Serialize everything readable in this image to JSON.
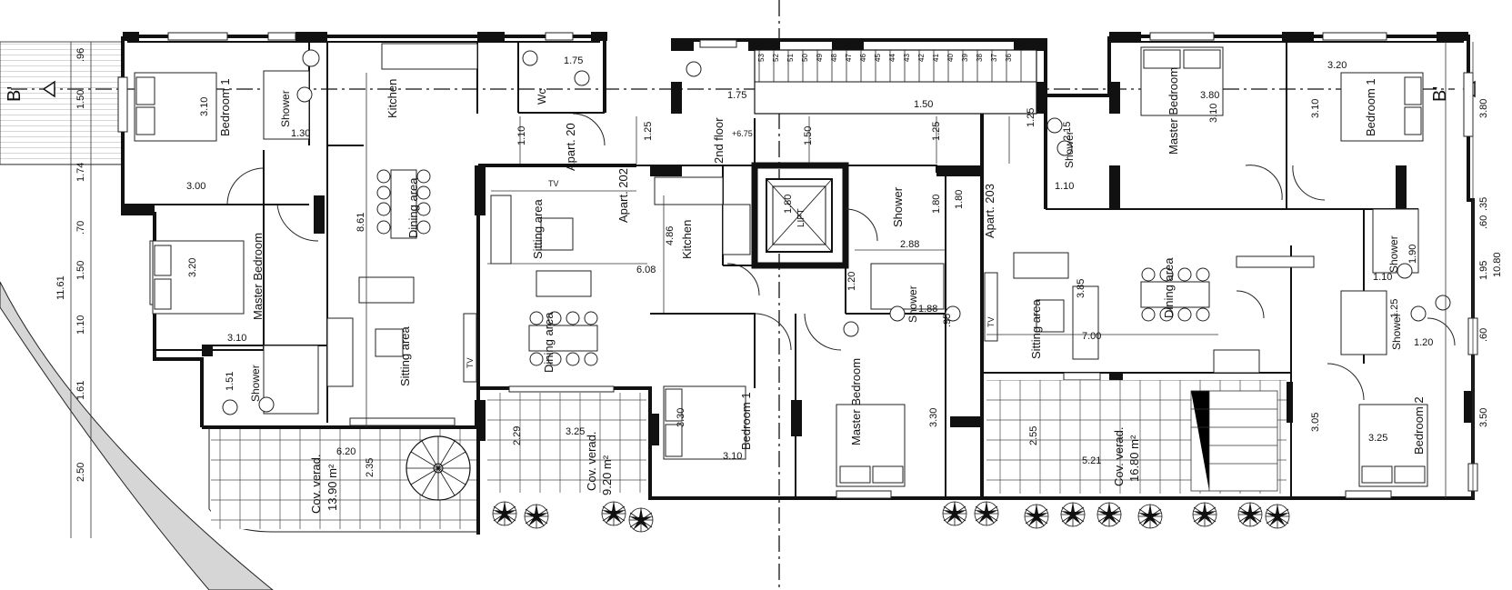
{
  "section_marks": {
    "left": "B'",
    "right": "B'"
  },
  "floor_label": "2nd floor",
  "level_marker": "+6.75",
  "apartments": {
    "a202": "Apart. 202",
    "a203": "Apart. 203",
    "a20": "Apart. 20"
  },
  "lift": "LIFT",
  "stair_steps": [
    "53",
    "52",
    "51",
    "50",
    "49",
    "48",
    "47",
    "46",
    "45",
    "44",
    "43",
    "42",
    "41",
    "40",
    "39",
    "38",
    "37",
    "36"
  ],
  "rooms": {
    "bedroom1_left": "Bedroom 1",
    "shower_tl": "Shower",
    "kitchen_left": "Kitchen",
    "wc": "Wc",
    "dining_left": "Dining area",
    "master_left": "Master Bedroom",
    "sitting_left": "Sitting area",
    "shower_left_bottom": "Shower",
    "cov_verad_left": "Cov. verad.",
    "sitting_202": "Sitting area",
    "kitchen_202": "Kitchen",
    "dining_202": "Dining area",
    "cov_verad_202": "Cov. verad.",
    "bedroom1_202": "Bedroom 1",
    "shower_core": "Shower",
    "shower_core2": "Shower",
    "master_203": "Master Bedroom",
    "master_tr": "Master Bedroom",
    "bedroom1_right": "Bedroom 1",
    "shower_tr": "Shower",
    "dining_203": "Dining area",
    "sitting_203": "Sitting area",
    "cov_verad_203": "Cov. verad.",
    "shower_r1": "Shower",
    "shower_r2": "Shower",
    "bedroom2_right": "Bedroom 2",
    "tv1": "TV",
    "tv2": "TV",
    "tv3": "TV"
  },
  "areas": {
    "left": "13.90 m²",
    "a202": "9.20 m²",
    "a203": "16.80 m²"
  },
  "dims_left_outer": [
    "11.61"
  ],
  "dims_left_inner": [
    ".96",
    "1.50",
    "1.74",
    ".70",
    "1.50",
    "1.10",
    "1.61",
    "2.50"
  ],
  "dims_right_outer": [
    "10.80"
  ],
  "dims_right_inner": [
    "3.80",
    ".35",
    ".60",
    "1.95",
    ".60",
    "3.50"
  ],
  "dims_rooms": [
    "3.10",
    "3.00",
    "3.20",
    "3.10",
    "1.30",
    "1.75",
    "8.61",
    "1.51",
    "2.35",
    "6.20",
    "2.29",
    "3.25",
    "4.86",
    "6.08",
    "3.30",
    "3.10",
    "1.10",
    "1.25",
    "1.50",
    "1.75",
    "1.25",
    "1.80",
    "1.80",
    "2.88",
    "1.88",
    "1.20",
    ".95",
    "2.55",
    "5.21",
    "3.30",
    "3.80",
    "3.10",
    "3.20",
    "3.10",
    "2.15",
    "1.10",
    "3.85",
    "7.00",
    "1.10",
    "1.90",
    "1.25",
    "1.20",
    "3.05",
    "3.25",
    "1.25",
    "1.80",
    "1.50"
  ]
}
